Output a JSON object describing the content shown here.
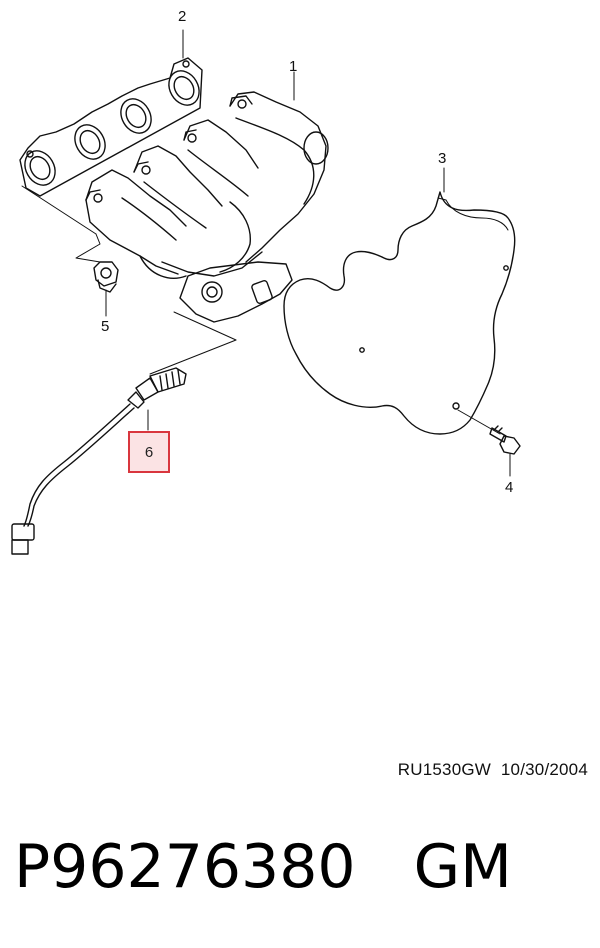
{
  "diagram": {
    "callouts": [
      {
        "id": "1",
        "label": "1"
      },
      {
        "id": "2",
        "label": "2"
      },
      {
        "id": "3",
        "label": "3"
      },
      {
        "id": "4",
        "label": "4"
      },
      {
        "id": "5",
        "label": "5"
      },
      {
        "id": "6",
        "label": "6",
        "highlighted": true
      }
    ],
    "drawing_code": "RU1530GW",
    "drawing_date": "10/30/2004"
  },
  "footer": {
    "part_number": "P96276380",
    "brand": "GM"
  },
  "colors": {
    "line": "#111111",
    "highlight_border": "#d9363e",
    "highlight_fill": "#fbe3e4"
  }
}
